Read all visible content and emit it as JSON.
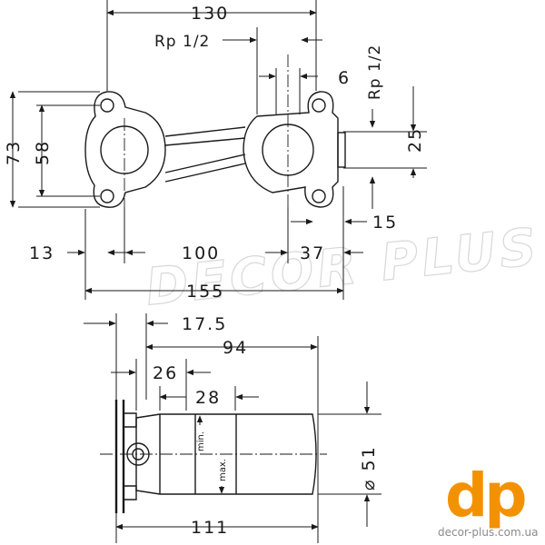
{
  "watermark": "DECOR PLUS",
  "logo": {
    "mark": "dp",
    "url": "decor-plus.com.ua",
    "color": "#f39200"
  },
  "top_view": {
    "overall_top": "130",
    "thread_left": "Rp 1/2",
    "thread_right": "Rp 1/2",
    "offset_6": "6",
    "height_73": "73",
    "height_58": "58",
    "depth_25": "25",
    "depth_15": "15",
    "left_13": "13",
    "centers_100": "100",
    "right_37": "37",
    "overall_155": "155"
  },
  "side_view": {
    "d_17_5": "17.5",
    "d_94": "94",
    "d_26": "26",
    "d_28": "28",
    "diameter_51": "⌀ 51",
    "length_111": "111",
    "min_label": "min.",
    "max_label": "max."
  }
}
